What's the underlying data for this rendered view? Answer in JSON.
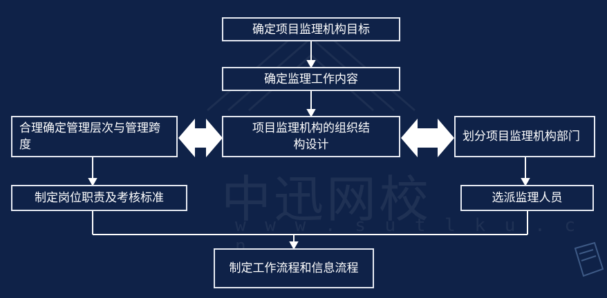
{
  "nodes": {
    "goal": "确定项目监理机构目标",
    "content": "确定监理工作内容",
    "structure": "项目监理机构的组织结构设计",
    "levels": "合理确定管理层次与管理跨度",
    "departments": "划分项目监理机构部门",
    "duties": "制定岗位职责及考核标准",
    "staff": "选派监理人员",
    "process": "制定工作流程和信息流程"
  },
  "watermark": {
    "text": "中迅网校",
    "url": "w w w . s u t l k u . c n"
  }
}
